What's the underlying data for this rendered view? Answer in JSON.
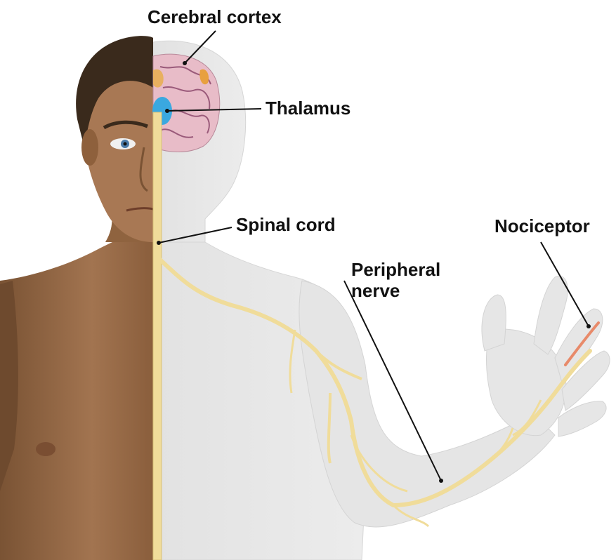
{
  "labels": {
    "cerebral_cortex": "Cerebral cortex",
    "thalamus": "Thalamus",
    "spinal_cord": "Spinal cord",
    "nociceptor": "Nociceptor",
    "peripheral_nerve_line1": "Peripheral",
    "peripheral_nerve_line2": "nerve"
  },
  "colors": {
    "skin": "#9a6a45",
    "skin_dark": "#6e4a2e",
    "hair": "#3a2a1c",
    "translucent_body": "#e6e6e6",
    "translucent_outline": "#d2d2d2",
    "nerve": "#f0dc9a",
    "nerve_dark": "#d9c27a",
    "brain": "#e8bcc8",
    "brain_folds": "#9a5a7a",
    "thalamus": "#3aa8e0",
    "nociceptor": "#e88a6a",
    "leader_line": "#111111"
  }
}
